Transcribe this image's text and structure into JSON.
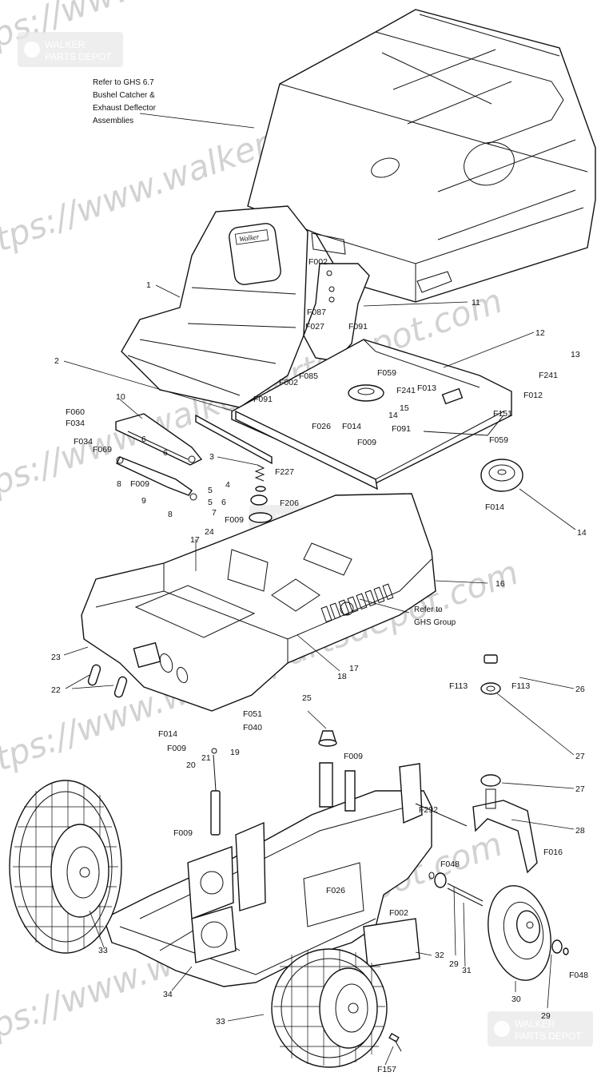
{
  "watermarks": {
    "line_text": "https://www.walkerpartsdepot.com",
    "logo_top": "WALKER",
    "logo_bottom": "PARTS DEPOT"
  },
  "notes": {
    "catcher_line1": "Refer to GHS 6.7",
    "catcher_line2": "Bushel Catcher &",
    "catcher_line3": "Exhaust Deflector",
    "catcher_line4": "Assemblies",
    "ghs_line1": "Refer to",
    "ghs_line2": "GHS Group"
  },
  "seat_brand": "Walker",
  "callouts": [
    "F002",
    "F087",
    "F027",
    "F091",
    "1",
    "11",
    "12",
    "2",
    "F059",
    "F241",
    "F013",
    "13",
    "F241",
    "F012",
    "F002",
    "F085",
    "F091",
    "15",
    "F091",
    "F014",
    "14",
    "F151",
    "F026",
    "F009",
    "10",
    "F060",
    "F034",
    "F034",
    "6",
    "6",
    "F069",
    "3",
    "F227",
    "8",
    "F009",
    "9",
    "5",
    "4",
    "5",
    "8",
    "6",
    "7",
    "F206",
    "F009",
    "24",
    "F059",
    "F014",
    "14",
    "17",
    "16",
    "Refer to",
    "23",
    "22",
    "17",
    "18",
    "F113",
    "F113",
    "26",
    "27",
    "27",
    "28",
    "25",
    "F051",
    "F014",
    "F040",
    "F009",
    "21",
    "19",
    "F009",
    "20",
    "F292",
    "F009",
    "F016",
    "F048",
    "F002",
    "F026",
    "33",
    "32",
    "29",
    "31",
    "F048",
    "34",
    "30",
    "29",
    "33",
    "F157"
  ]
}
